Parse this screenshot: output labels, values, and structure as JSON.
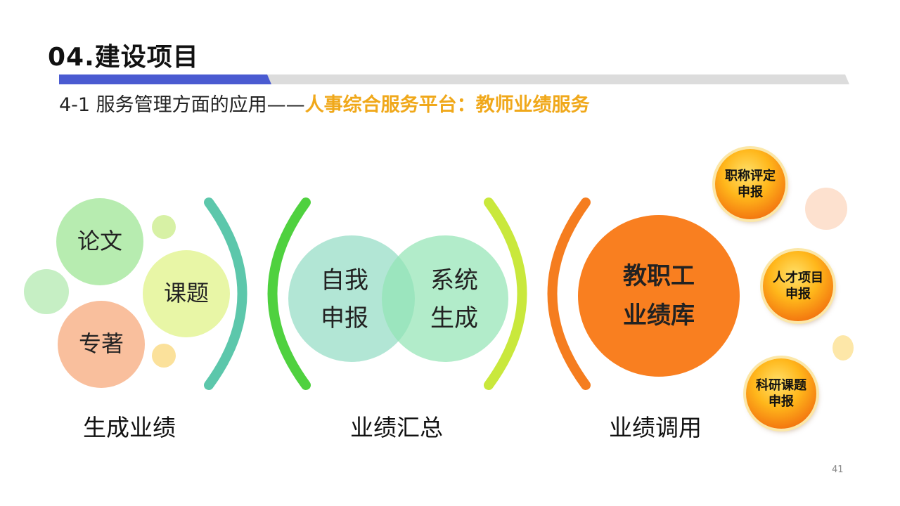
{
  "header": {
    "title": "04.建设项目",
    "subtitle_prefix": "4-1 服务管理方面的应用——",
    "subtitle_highlight": "人事综合服务平台：教师业绩服务"
  },
  "sections": {
    "generate": {
      "label": "生成业绩",
      "items": [
        "论文",
        "课题",
        "专著"
      ]
    },
    "summary": {
      "label": "业绩汇总",
      "self_report": [
        "自我",
        "申报"
      ],
      "system_generate": [
        "系统",
        "生成"
      ]
    },
    "usage": {
      "label": "业绩调用",
      "library": [
        "教职工",
        "业绩库"
      ],
      "applications": [
        [
          "职称评定",
          "申报"
        ],
        [
          "人才项目",
          "申报"
        ],
        [
          "科研课题",
          "申报"
        ]
      ]
    }
  },
  "page_number": "41",
  "colors": {
    "title_bar_accent": "#4a5bd1",
    "title_bar_gray": "#dddddd",
    "highlight": "#f0a81a",
    "circle_green": "#b7ecb0",
    "circle_yellow_green": "#e8f6a6",
    "circle_peach": "#f9bf9d",
    "venn_left": "#bde9dd",
    "venn_right": "#b3ebc9",
    "library_orange": "#f97f20",
    "bracket_teal": "#5cc7ab",
    "bracket_green": "#4fd13f",
    "bracket_lime": "#c9e83c",
    "bracket_orange": "#f57d1f"
  }
}
